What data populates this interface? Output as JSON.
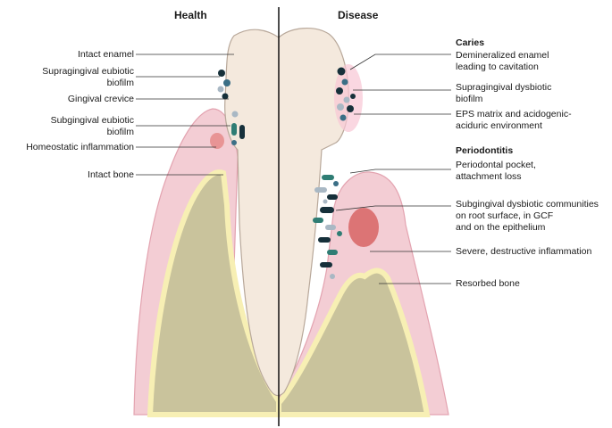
{
  "headers": {
    "health": "Health",
    "disease": "Disease"
  },
  "health_labels": [
    "Intact enamel",
    "Supragingival eubiotic\nbiofilm",
    "Gingival crevice",
    "Subgingival eubiotic\nbiofilm",
    "Homeostatic inflammation",
    "Intact bone"
  ],
  "disease": {
    "caries_title": "Caries",
    "caries_labels": [
      "Demineralized enamel\nleading to cavitation",
      "Supragingival dysbiotic\nbiofilm",
      "EPS matrix and acidogenic-\naciduric environment"
    ],
    "perio_title": "Periodontitis",
    "perio_labels": [
      "Periodontal pocket,\nattachment loss",
      "Subgingival dysbiotic communities\non root surface, in GCF\nand on the epithelium",
      "Severe, destructive inflammation",
      "Resorbed bone"
    ]
  },
  "colors": {
    "gum": "#f3cdd4",
    "gum_edge": "#e3a3b0",
    "bone": "#c9c39c",
    "bone_rim": "#f7efb4",
    "tooth": "#f4e9dd",
    "tooth_edge": "#b8a89a",
    "inflammation": "#d96a6a",
    "biofilm_dark": "#16303a",
    "biofilm_teal": "#2f7d74",
    "biofilm_blue": "#3b6f86",
    "biofilm_light": "#a9b8c4"
  }
}
